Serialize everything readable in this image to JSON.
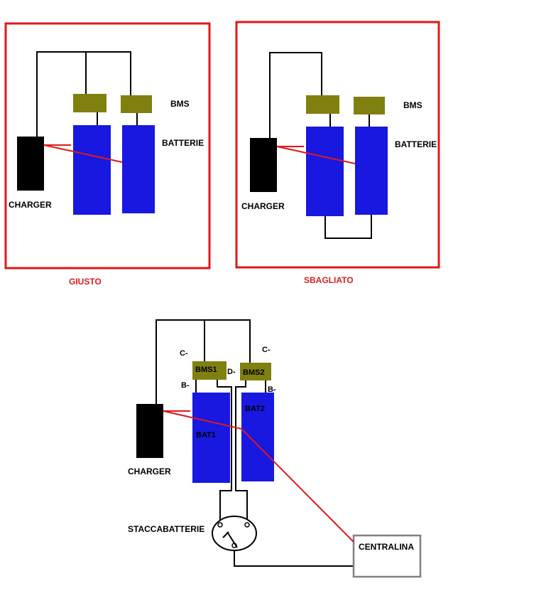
{
  "colors": {
    "frame": "#e01818",
    "bms": "#808010",
    "battery": "#1818e0",
    "charger": "#000000",
    "wire": "#000000",
    "red_wire": "#e01818",
    "centralina_border": "#808080"
  },
  "panel_correct": {
    "caption": "GIUSTO",
    "bms_label": "BMS",
    "battery_label": "BATTERIE",
    "charger_label": "CHARGER"
  },
  "panel_wrong": {
    "caption": "SBAGLIATO",
    "bms_label": "BMS",
    "battery_label": "BATTERIE",
    "charger_label": "CHARGER"
  },
  "bottom": {
    "bms1_label": "BMS1",
    "bms2_label": "BMS2",
    "bat1_label": "BAT1",
    "bat2_label": "BAT2",
    "c_minus_left": "C-",
    "c_minus_right": "C-",
    "d_minus": "D-",
    "b_minus_left": "B-",
    "b_minus_right": "B-",
    "charger_label": "CHARGER",
    "switch_label": "STACCABATTERIE",
    "centralina_label": "CENTRALINA"
  }
}
